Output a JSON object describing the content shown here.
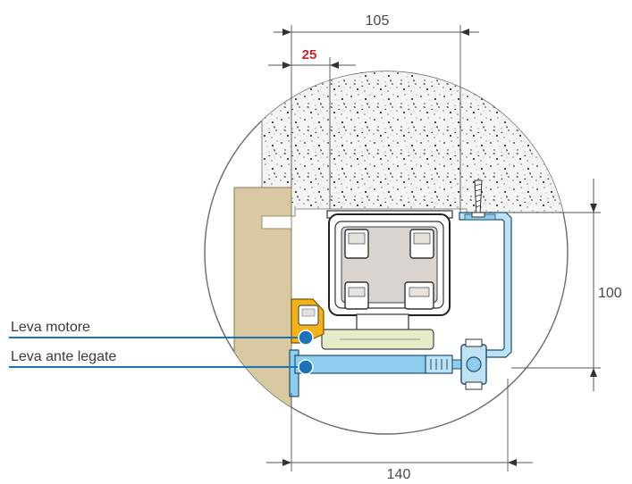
{
  "dimensions": {
    "top_width": "105",
    "offset": "25",
    "height": "100",
    "bottom_width": "140"
  },
  "callouts": {
    "motor_lever": "Leva motore",
    "linked_leaves_lever": "Leva ante legate"
  },
  "colors": {
    "accent_dimension": "#d0202a",
    "callout_line": "#1e73b8",
    "callout_dot": "#1e73b8",
    "arm_fill": "#8fcdef",
    "bracket_fill": "#bfe3f5",
    "motor_fill": "#f3b21b",
    "wall_fill": "#d8c9a3",
    "concrete_fill": "#f2f2f2",
    "motor_body": "#d9d4cf",
    "foot_fill": "#e7ecc8"
  }
}
